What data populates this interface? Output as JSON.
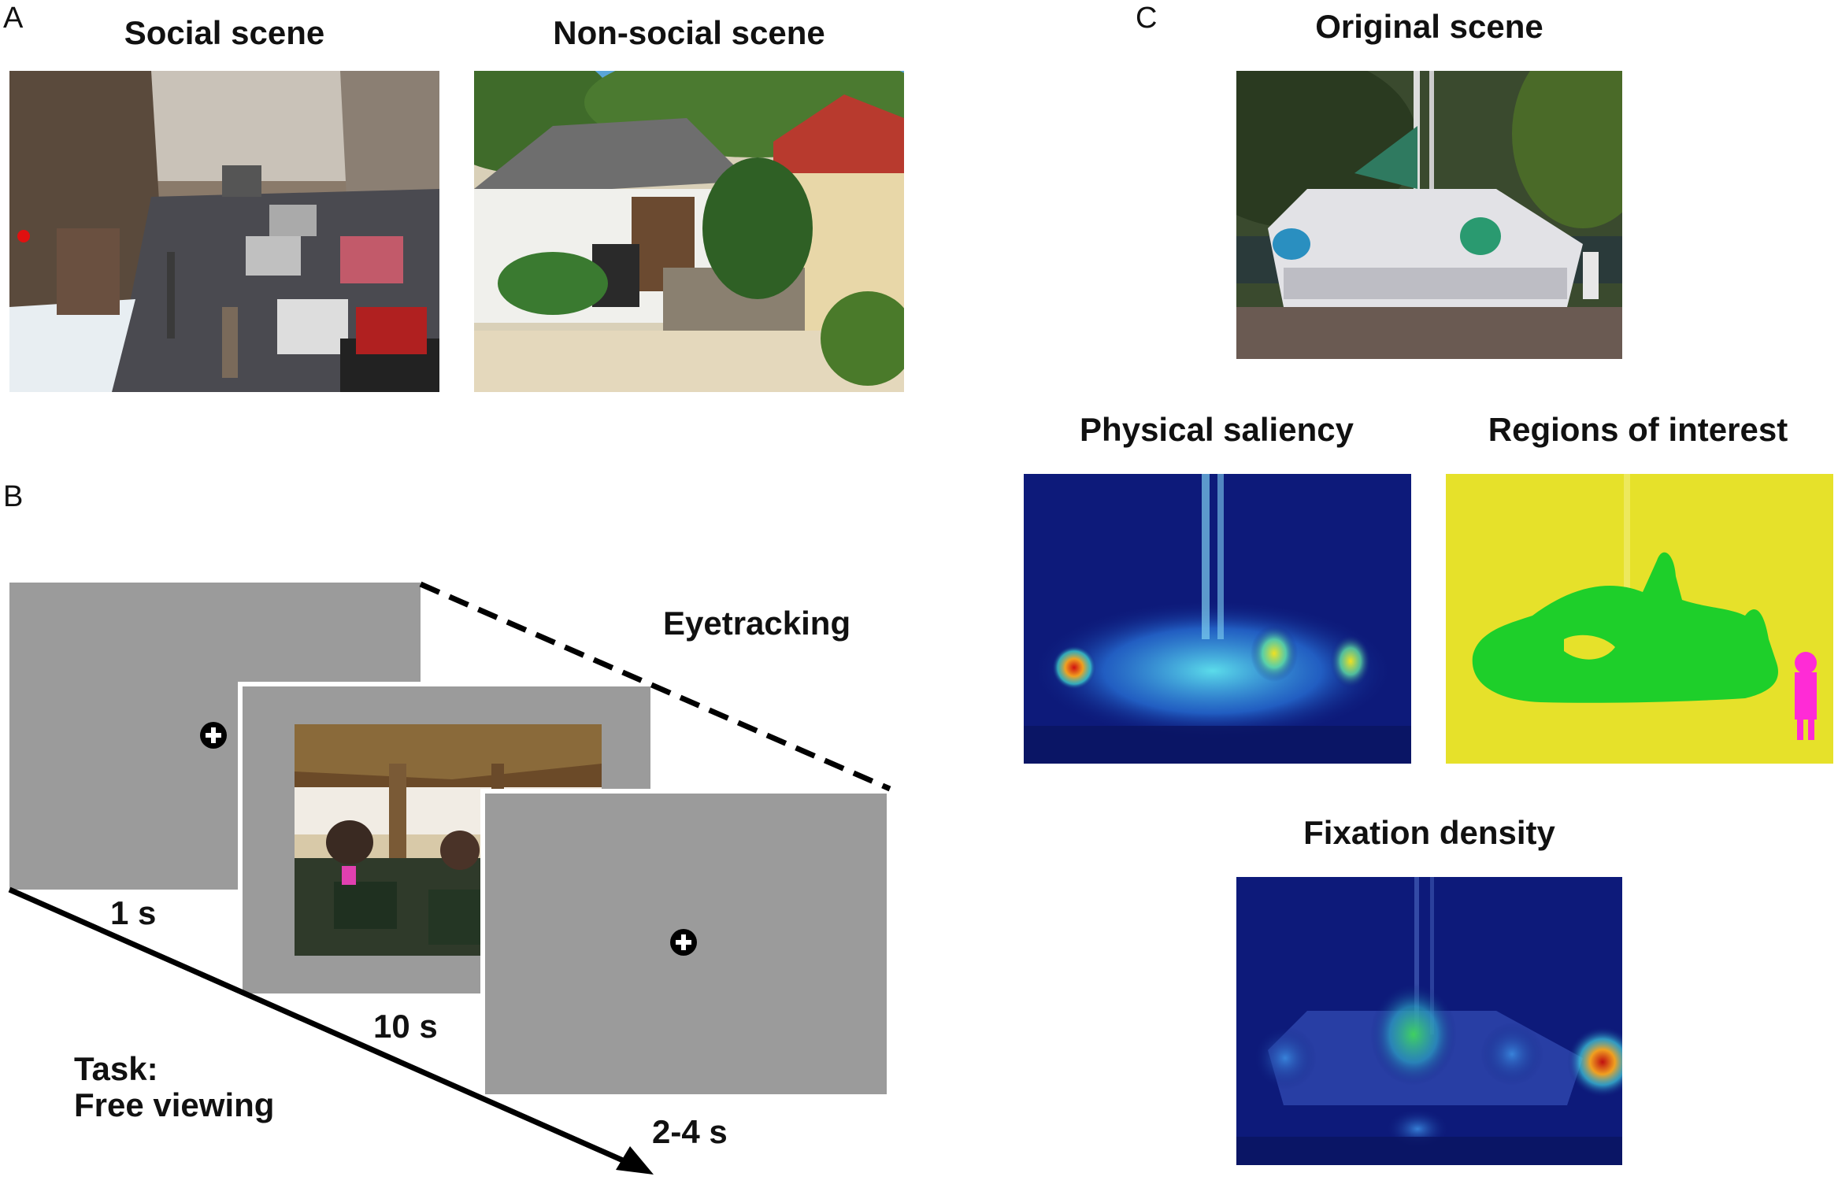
{
  "panels": {
    "A": {
      "label": "A",
      "social_title": "Social scene",
      "nonsocial_title": "Non-social scene"
    },
    "B": {
      "label": "B",
      "eyetracking": "Eyetracking",
      "durations": [
        "1 s",
        "10 s",
        "2-4 s"
      ],
      "task_line1": "Task:",
      "task_line2": "Free viewing"
    },
    "C": {
      "label": "C",
      "original_title": "Original scene",
      "saliency_title": "Physical saliency",
      "roi_title": "Regions of interest",
      "fixation_title": "Fixation density"
    }
  },
  "colors": {
    "screen_gray": "#9b9b9b",
    "roi_background": "#e6e12a",
    "roi_object": "#1ecf2a",
    "roi_person": "#ff2bd6",
    "saliency_background": "#0d1a7a"
  }
}
